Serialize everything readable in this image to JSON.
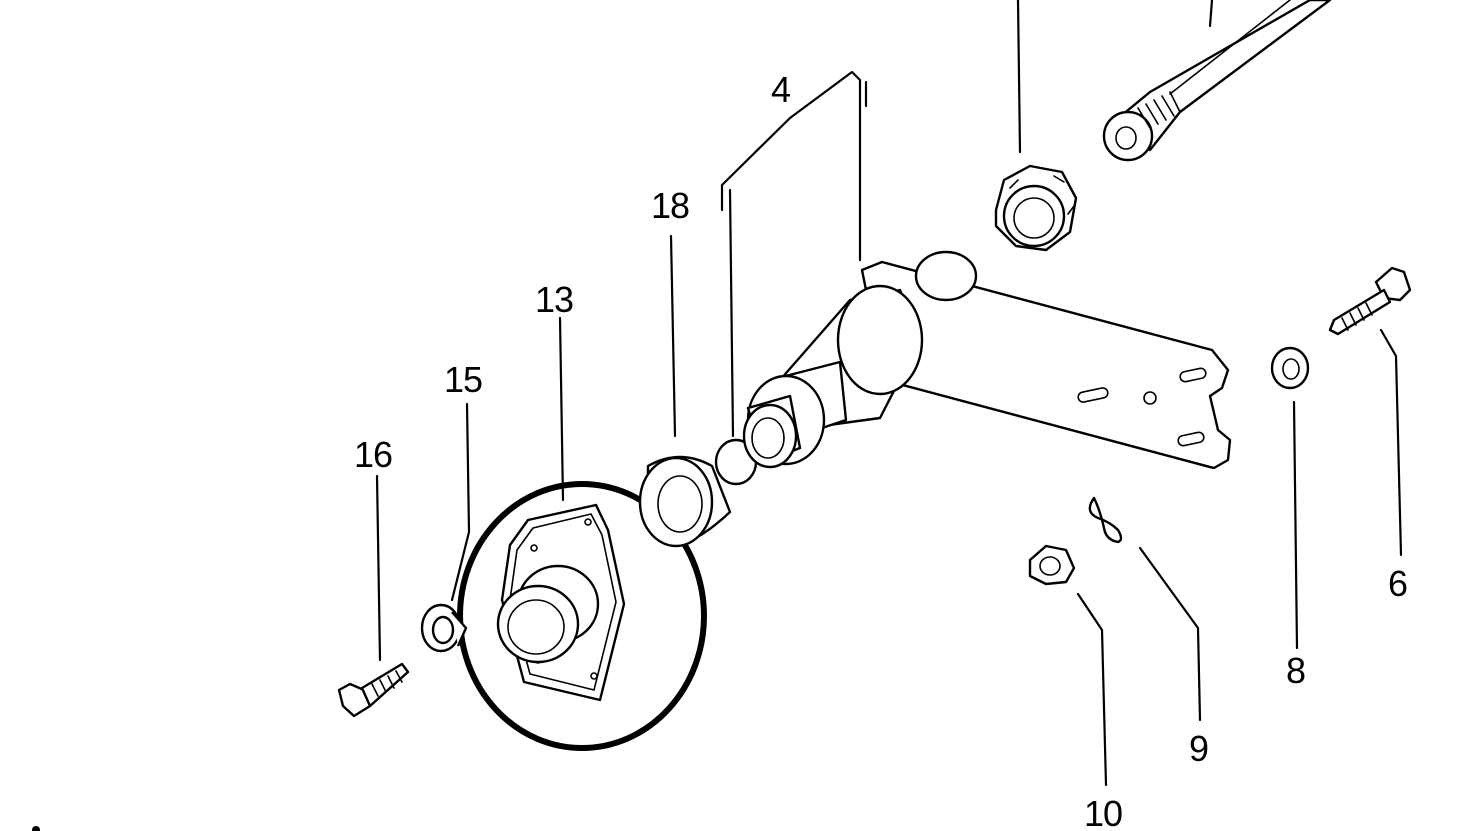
{
  "callouts": {
    "c4": "4",
    "c18": "18",
    "c13": "13",
    "c15": "15",
    "c16": "16",
    "c6": "6",
    "c8": "8",
    "c9": "9",
    "c10": "10"
  },
  "highlight": {
    "target_part": "13",
    "color": "#000000"
  }
}
